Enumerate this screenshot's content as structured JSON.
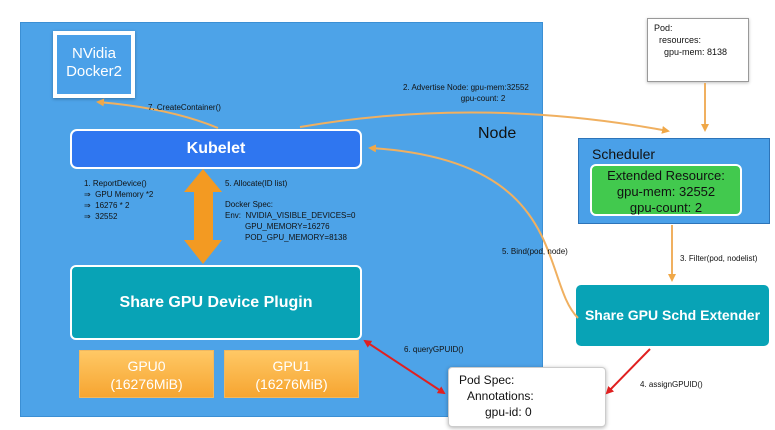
{
  "node": {
    "label": "Node"
  },
  "nvidia": {
    "line1": "NVidia",
    "line2": "Docker2"
  },
  "kubelet": {
    "label": "Kubelet"
  },
  "plugin": {
    "label": "Share GPU Device Plugin"
  },
  "gpus": [
    {
      "name": "GPU0",
      "memory": "(16276MiB)"
    },
    {
      "name": "GPU1",
      "memory": "(16276MiB)"
    }
  ],
  "pod": {
    "text": "Pod:\n  resources:\n    gpu-mem: 8138"
  },
  "scheduler": {
    "title": "Scheduler",
    "ext_title": "Extended Resource:",
    "ext_mem": "gpu-mem: 32552",
    "ext_count": "gpu-count: 2"
  },
  "extender": {
    "label": "Share GPU Schd Extender"
  },
  "podspec": {
    "line1": "Pod Spec:",
    "line2": "Annotations:",
    "line3": "gpu-id: 0"
  },
  "labels": {
    "create_container": "7. CreateContainer()",
    "advertise": "2. Advertise Node: gpu-mem:32552\n                          gpu-count: 2",
    "report": "1. ReportDevice()\n⇒  GPU Memory *2\n⇒  16276 * 2\n⇒  32552",
    "allocate": "5. Allocate(ID list)",
    "docker_spec": "Docker Spec:\nEnv:  NVIDIA_VISIBLE_DEVICES=0\n         GPU_MEMORY=16276\n         POD_GPU_MEMORY=8138",
    "bind": "5. Bind(pod, node)",
    "filter": "3. Filter(pod, nodelist)",
    "query": "6. queryGPUID()",
    "assign": "4. assignGPUID()"
  }
}
